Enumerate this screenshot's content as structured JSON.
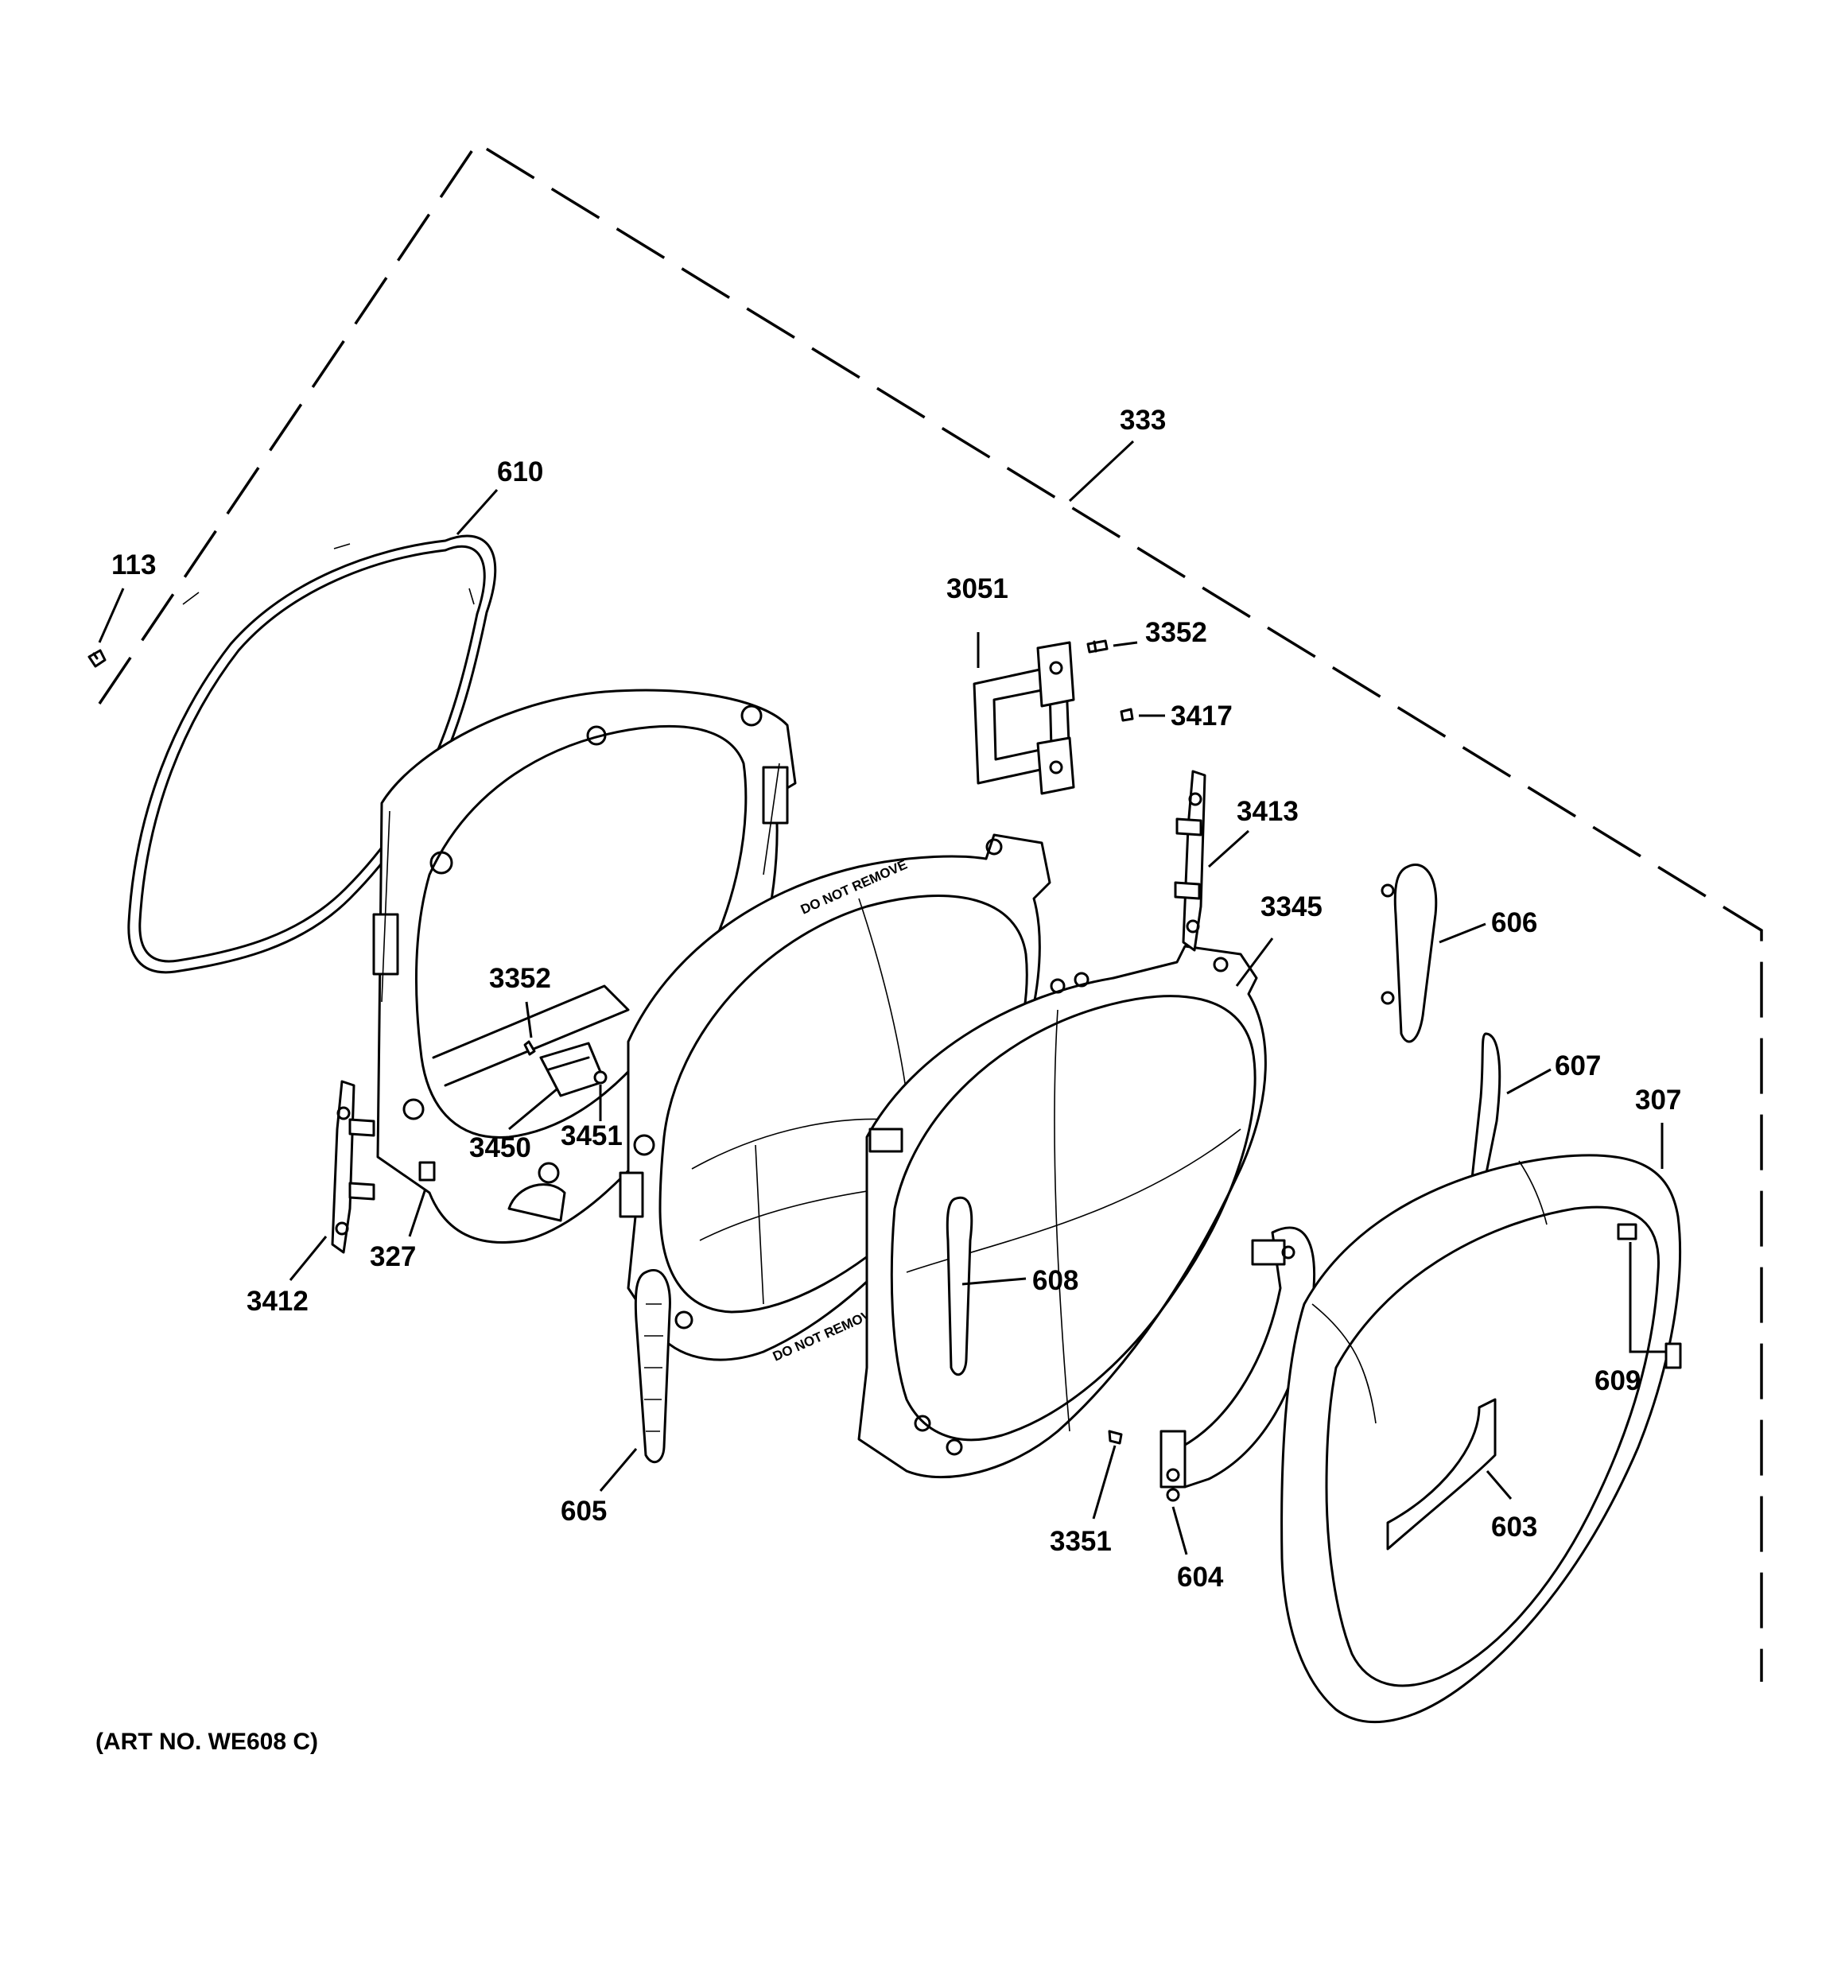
{
  "diagram": {
    "kind": "exploded parts diagram",
    "art_number": "(ART NO. WE608 C)",
    "stamp_text": "DO NOT REMOVE",
    "callouts": {
      "c113": "113",
      "c610": "610",
      "c333": "333",
      "c3051": "3051",
      "c3352a": "3352",
      "c3417": "3417",
      "c3413": "3413",
      "c3345": "3345",
      "c606": "606",
      "c607": "607",
      "c307": "307",
      "c3352b": "3352",
      "c3450": "3450",
      "c3451": "3451",
      "c3412": "3412",
      "c327": "327",
      "c608": "608",
      "c609": "609",
      "c605": "605",
      "c3351": "3351",
      "c604": "604",
      "c603": "603"
    }
  }
}
